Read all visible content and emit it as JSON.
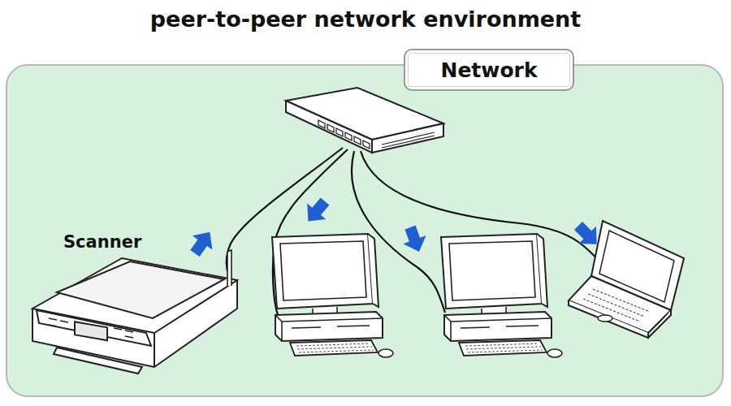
{
  "diagram": {
    "title": "peer-to-peer network environment",
    "nodes": [
      {
        "text": [
          "Network"
        ]
      }
    ],
    "labels": [
      "Scanner"
    ]
  }
}
